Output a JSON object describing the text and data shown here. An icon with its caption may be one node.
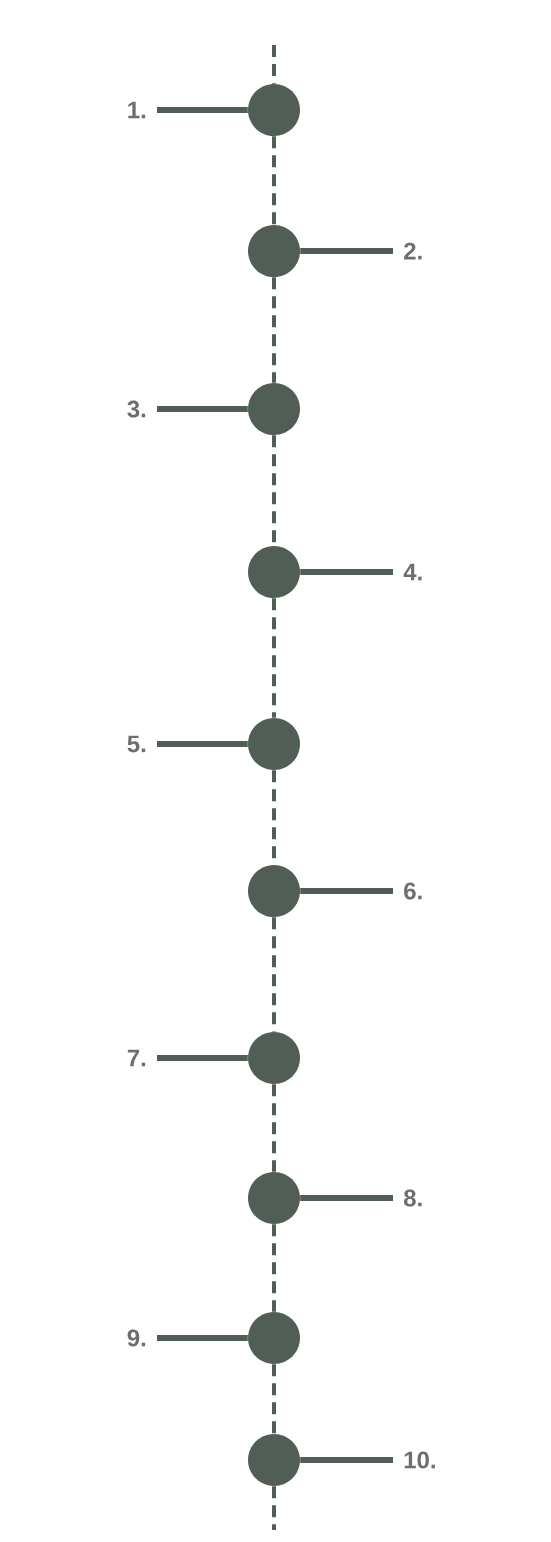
{
  "diagram": {
    "nodes": [
      {
        "text": [
          "1."
        ]
      },
      {
        "text": [],
        "shape": "circle"
      },
      {
        "text": [
          "2."
        ]
      },
      {
        "text": [],
        "shape": "circle"
      },
      {
        "text": [
          "3."
        ]
      },
      {
        "text": [],
        "shape": "circle"
      },
      {
        "text": [
          "4."
        ]
      },
      {
        "text": [],
        "shape": "circle"
      },
      {
        "text": [
          "5."
        ]
      },
      {
        "text": [],
        "shape": "circle"
      },
      {
        "text": [
          "6."
        ]
      },
      {
        "text": [],
        "shape": "circle"
      },
      {
        "text": [
          "7."
        ]
      },
      {
        "text": [],
        "shape": "circle"
      },
      {
        "text": [
          "8."
        ]
      },
      {
        "text": [],
        "shape": "circle"
      },
      {
        "text": [
          "9."
        ]
      },
      {
        "text": [],
        "shape": "circle"
      },
      {
        "text": [
          "10."
        ]
      },
      {
        "text": [],
        "shape": "circle"
      }
    ],
    "edges": [
      {
        "from": 0,
        "to": 1,
        "arrow": "none"
      },
      {
        "from": 2,
        "to": 3,
        "arrow": "none"
      },
      {
        "from": 4,
        "to": 5,
        "arrow": "none"
      },
      {
        "from": 6,
        "to": 7,
        "arrow": "none"
      },
      {
        "from": 8,
        "to": 9,
        "arrow": "none"
      },
      {
        "from": 10,
        "to": 11,
        "arrow": "none"
      },
      {
        "from": 12,
        "to": 13,
        "arrow": "none"
      },
      {
        "from": 14,
        "to": 15,
        "arrow": "none"
      },
      {
        "from": 16,
        "to": 17,
        "arrow": "none"
      },
      {
        "from": 18,
        "to": 19,
        "arrow": "none"
      },
      {
        "from": null,
        "to": 1,
        "arrow": "none",
        "style": "dashed"
      },
      {
        "from": 1,
        "to": 3,
        "arrow": "none",
        "style": "dashed"
      },
      {
        "from": 3,
        "to": 5,
        "arrow": "none",
        "style": "dashed"
      },
      {
        "from": 5,
        "to": 7,
        "arrow": "none",
        "style": "dashed"
      },
      {
        "from": 7,
        "to": 9,
        "arrow": "none",
        "style": "dashed"
      },
      {
        "from": 9,
        "to": 11,
        "arrow": "none",
        "style": "dashed"
      },
      {
        "from": 11,
        "to": 13,
        "arrow": "none",
        "style": "dashed"
      },
      {
        "from": 13,
        "to": 15,
        "arrow": "none",
        "style": "dashed"
      },
      {
        "from": 15,
        "to": 17,
        "arrow": "none",
        "style": "dashed"
      },
      {
        "from": 17,
        "to": 19,
        "arrow": "none",
        "style": "dashed"
      },
      {
        "from": 19,
        "to": null,
        "arrow": "none",
        "style": "dashed"
      }
    ]
  }
}
